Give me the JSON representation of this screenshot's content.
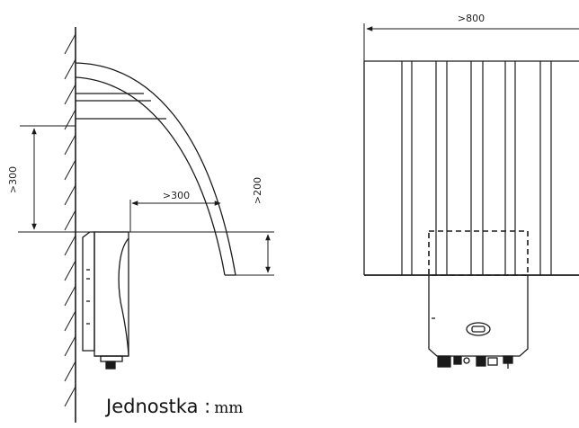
{
  "dimensions": {
    "vertical_clearance_above": ">300",
    "horizontal_clearance_front": ">300",
    "vertical_clearance_below_roof": ">200",
    "horizontal_roof_width": ">800"
  },
  "unit": {
    "label": "Jednostka :",
    "value": "mm"
  },
  "colors": {
    "line": "#1a1a1a",
    "background": "#ffffff"
  }
}
